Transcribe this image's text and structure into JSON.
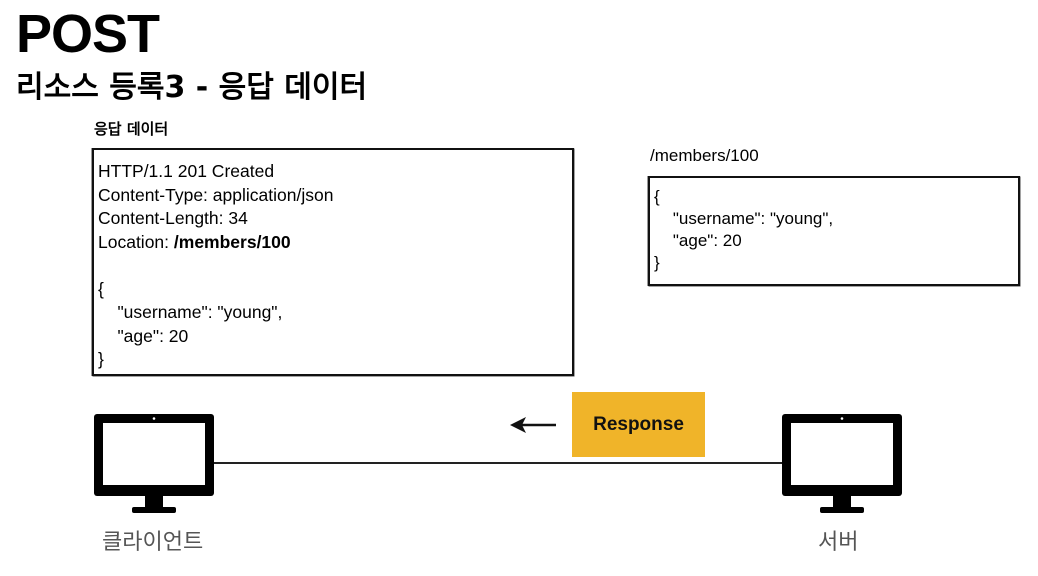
{
  "title": "POST",
  "subtitle": "리소스 등록3 - 응답 데이터",
  "response_section": {
    "label": "응답 데이터",
    "lines": [
      {
        "text": "HTTP/1.1 201 Created"
      },
      {
        "text": "Content-Type: application/json"
      },
      {
        "text": "Content-Length: 34"
      },
      {
        "prefix": "Location: ",
        "bold": "/members/100"
      },
      {
        "text": ""
      },
      {
        "text": "{"
      },
      {
        "text": "    \"username\": \"young\","
      },
      {
        "text": "    \"age\": 20"
      },
      {
        "text": "}"
      }
    ]
  },
  "resource_section": {
    "path": "/members/100",
    "lines": [
      {
        "text": "{"
      },
      {
        "text": "    \"username\": \"young\","
      },
      {
        "text": "    \"age\": 20"
      },
      {
        "text": "}"
      }
    ]
  },
  "message": {
    "label": "Response",
    "color": "#f0b429",
    "direction": "server-to-client"
  },
  "nodes": {
    "client": {
      "label": "클라이언트",
      "icon": "monitor-icon"
    },
    "server": {
      "label": "서버",
      "icon": "monitor-icon"
    }
  }
}
